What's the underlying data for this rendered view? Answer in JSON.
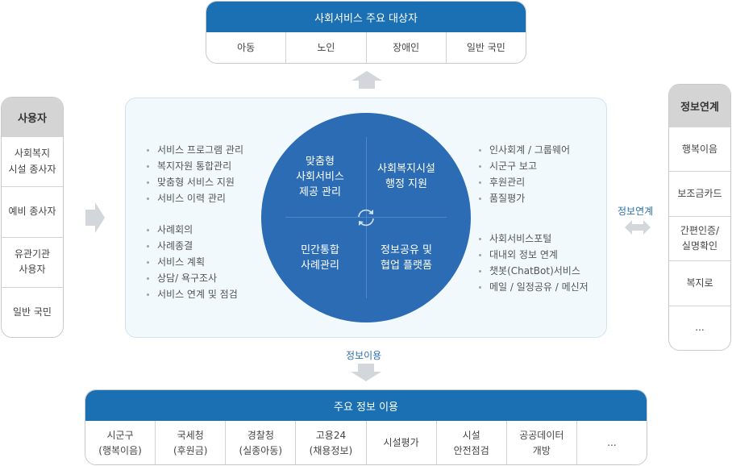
{
  "top": {
    "title": "사회서비스 주요 대상자",
    "items": [
      "아동",
      "노인",
      "장애인",
      "일반 국민"
    ]
  },
  "left": {
    "title": "사용자",
    "items": [
      "사회복지\n시설 종사자",
      "예비 종사자",
      "유관기관\n사용자",
      "일반 국민"
    ]
  },
  "right": {
    "title": "정보연계",
    "items": [
      "행복이음",
      "보조금카드",
      "간편인증/\n실명확인",
      "복지로",
      "..."
    ]
  },
  "bottom": {
    "title": "주요 정보 이용",
    "items": [
      "시군구\n(행복이음)",
      "국세청\n(후원금)",
      "경찰청\n(실종아동)",
      "고용24\n(채용정보)",
      "시설평가",
      "시설\n안전점검",
      "공공데이터\n개방",
      "..."
    ]
  },
  "center": {
    "left_upper": [
      "서비스 프로그램 관리",
      "복지자원 통합관리",
      "맞춤형 서비스 지원",
      "서비스 이력 관리"
    ],
    "left_lower": [
      "사례회의",
      "사례종결",
      "서비스 계획",
      "상담/ 욕구조사",
      "서비스 연계 및 점검"
    ],
    "right_upper": [
      "인사회계 / 그룹웨어",
      "시군구 보고",
      "후원관리",
      "품질평가"
    ],
    "right_lower": [
      "사회서비스포털",
      "대내외 정보 연계",
      "챗봇(ChatBot)서비스",
      "메일 / 일정공유 / 메신저"
    ],
    "quadrants": {
      "top_left": "맞춤형\n사회서비스\n제공 관리",
      "top_right": "사회복지시설\n행정 지원",
      "bottom_left": "민간통합\n사례관리",
      "bottom_right": "정보공유 및\n협업 플랫폼"
    }
  },
  "labels": {
    "info_link": "정보연계",
    "info_use": "정보이용"
  },
  "colors": {
    "header_blue": "#1b6fb3",
    "circle_blue": "#2b6cb4",
    "center_bg": "#f2f9fd",
    "arrow_grey": "#d3d7db",
    "label_blue": "#2f6fb0"
  },
  "icons": {
    "cycle": "refresh-cycle-icon",
    "arrows": [
      "arrow-up-icon",
      "arrow-right-icon",
      "arrow-left-right-icon",
      "arrow-down-icon"
    ]
  }
}
